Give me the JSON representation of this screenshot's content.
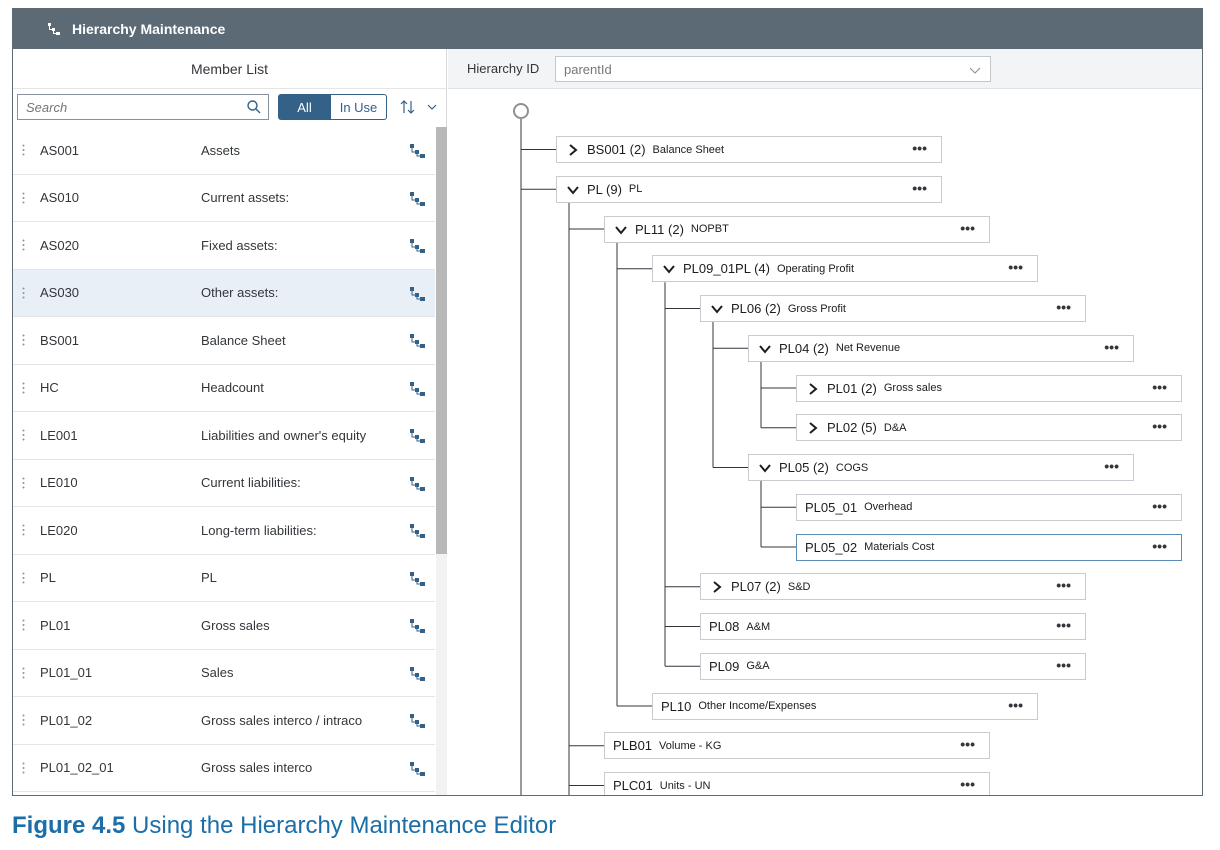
{
  "window": {
    "title": "Hierarchy Maintenance"
  },
  "member_list": {
    "header": "Member List",
    "search_placeholder": "Search",
    "filter": {
      "all_label": "All",
      "in_use_label": "In Use"
    },
    "members": [
      {
        "id": "AS001",
        "desc": "Assets",
        "selected": false
      },
      {
        "id": "AS010",
        "desc": "Current assets:",
        "selected": false
      },
      {
        "id": "AS020",
        "desc": "Fixed assets:",
        "selected": false
      },
      {
        "id": "AS030",
        "desc": "Other assets:",
        "selected": true
      },
      {
        "id": "BS001",
        "desc": "Balance Sheet",
        "selected": false
      },
      {
        "id": "HC",
        "desc": "Headcount",
        "selected": false
      },
      {
        "id": "LE001",
        "desc": "Liabilities and owner's equity",
        "selected": false
      },
      {
        "id": "LE010",
        "desc": "Current liabilities:",
        "selected": false
      },
      {
        "id": "LE020",
        "desc": "Long-term liabilities:",
        "selected": false
      },
      {
        "id": "PL",
        "desc": "PL",
        "selected": false
      },
      {
        "id": "PL01",
        "desc": "Gross sales",
        "selected": false
      },
      {
        "id": "PL01_01",
        "desc": "Sales",
        "selected": false
      },
      {
        "id": "PL01_02",
        "desc": "Gross sales interco / intraco",
        "selected": false
      },
      {
        "id": "PL01_02_01",
        "desc": "Gross sales interco",
        "selected": false
      }
    ]
  },
  "hierarchy": {
    "id_label": "Hierarchy ID",
    "id_value": "parentId",
    "more_label": "•••",
    "nodes": [
      {
        "id": "BS001 (2)",
        "desc": "Balance Sheet",
        "level": 1,
        "state": "collapsed"
      },
      {
        "id": "PL (9)",
        "desc": "PL",
        "level": 1,
        "state": "expanded"
      },
      {
        "id": "PL11 (2)",
        "desc": "NOPBT",
        "level": 2,
        "state": "expanded"
      },
      {
        "id": "PL09_01PL (4)",
        "desc": "Operating Profit",
        "level": 3,
        "state": "expanded"
      },
      {
        "id": "PL06 (2)",
        "desc": "Gross Profit",
        "level": 4,
        "state": "expanded"
      },
      {
        "id": "PL04 (2)",
        "desc": "Net Revenue",
        "level": 5,
        "state": "expanded"
      },
      {
        "id": "PL01 (2)",
        "desc": "Gross sales",
        "level": 6,
        "state": "collapsed"
      },
      {
        "id": "PL02 (5)",
        "desc": "D&A",
        "level": 6,
        "state": "collapsed"
      },
      {
        "id": "PL05 (2)",
        "desc": "COGS",
        "level": 5,
        "state": "expanded"
      },
      {
        "id": "PL05_01",
        "desc": "Overhead",
        "level": 6,
        "state": "leaf"
      },
      {
        "id": "PL05_02",
        "desc": "Materials Cost",
        "level": 6,
        "state": "leaf",
        "selected": true
      },
      {
        "id": "PL07 (2)",
        "desc": "S&D",
        "level": 4,
        "state": "collapsed"
      },
      {
        "id": "PL08",
        "desc": "A&M",
        "level": 4,
        "state": "leaf"
      },
      {
        "id": "PL09",
        "desc": "G&A",
        "level": 4,
        "state": "leaf"
      },
      {
        "id": "PL10",
        "desc": "Other Income/Expenses",
        "level": 3,
        "state": "leaf"
      },
      {
        "id": "PLB01",
        "desc": "Volume - KG",
        "level": 2,
        "state": "leaf"
      },
      {
        "id": "PLC01",
        "desc": "Units - UN",
        "level": 2,
        "state": "leaf"
      }
    ]
  },
  "caption": {
    "number": "Figure 4.5",
    "text": "Using the Hierarchy Maintenance Editor"
  },
  "colors": {
    "titlebar": "#5b6a75",
    "accent": "#346187",
    "selected_row": "#e8eff6",
    "caption": "#1b6ea8"
  }
}
